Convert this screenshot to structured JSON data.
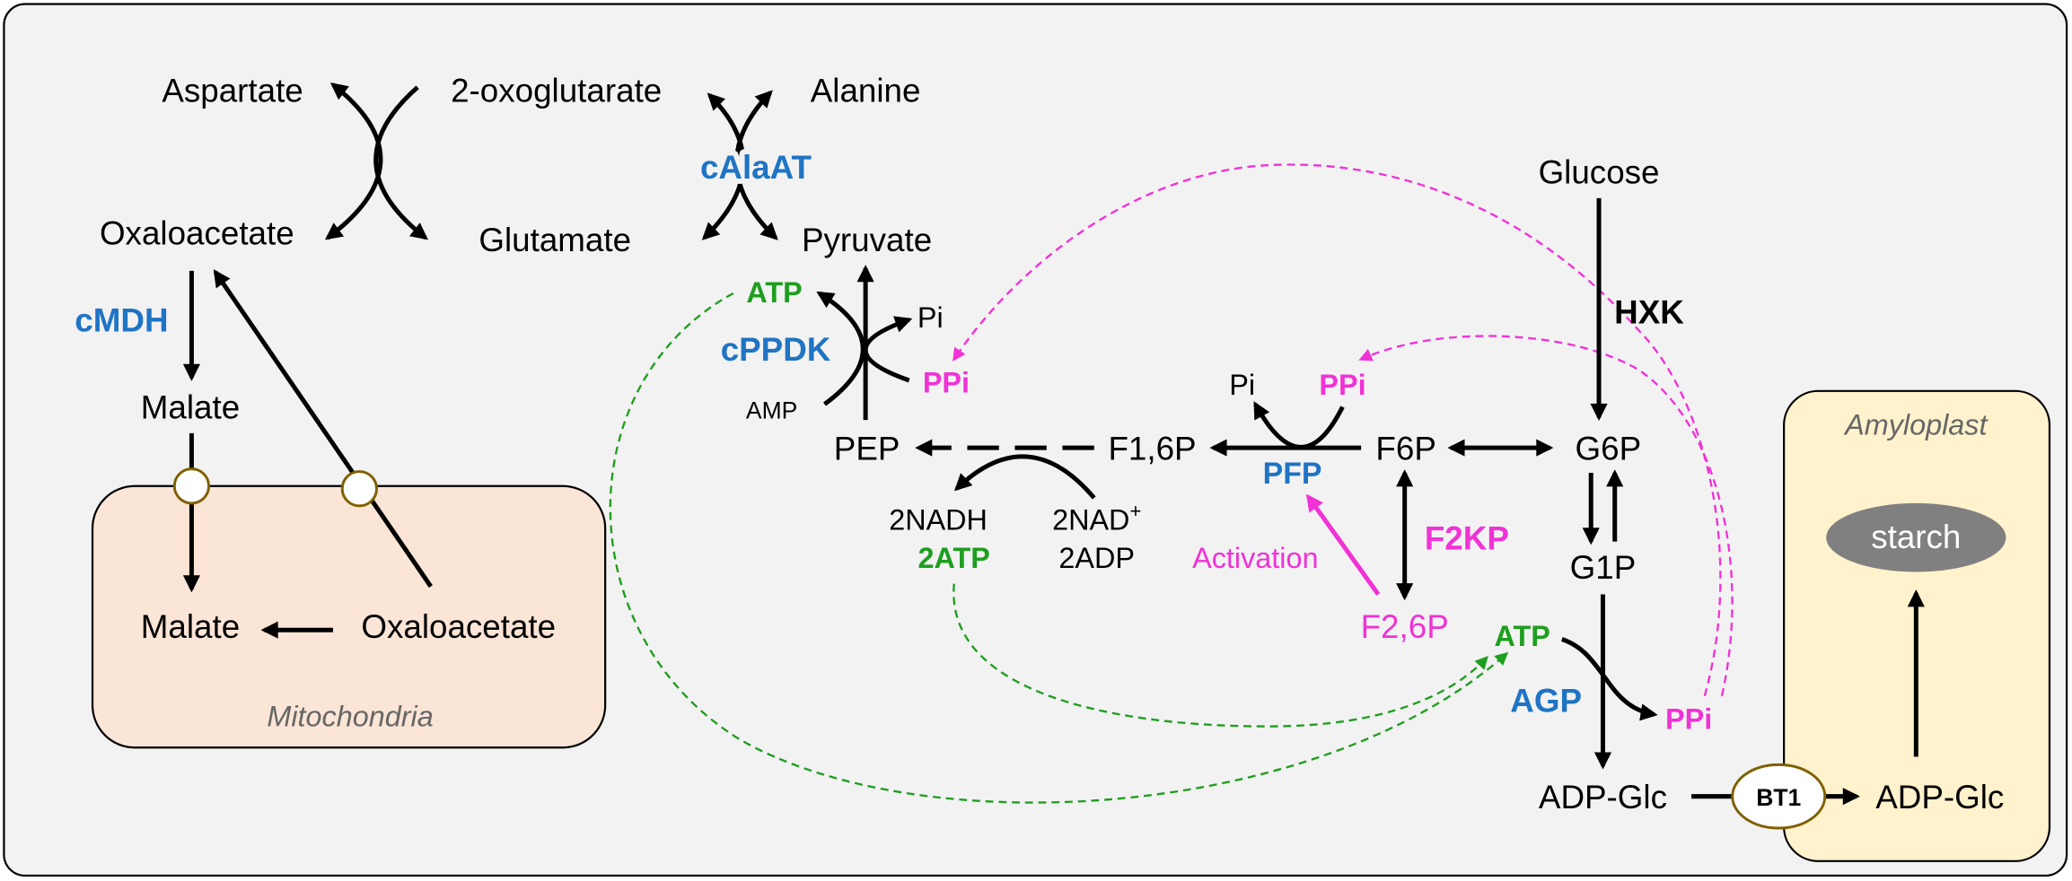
{
  "compartments": {
    "mitochondria": "Mitochondria",
    "amyloplast": "Amyloplast"
  },
  "metabolites": {
    "aspartate": "Aspartate",
    "oxoglutarate": "2-oxoglutarate",
    "alanine": "Alanine",
    "oxaloacetate": "Oxaloacetate",
    "glutamate": "Glutamate",
    "pyruvate": "Pyruvate",
    "malate": "Malate",
    "malate_mito": "Malate",
    "oxaloacetate_mito": "Oxaloacetate",
    "atp_ppdk": "ATP",
    "pi_ppdk": "Pi",
    "ppi_ppdk": "PPi",
    "amp": "AMP",
    "pep": "PEP",
    "f16p": "F1,6P",
    "pi_pfp": "Pi",
    "ppi_pfp": "PPi",
    "f6p": "F6P",
    "g6p": "G6P",
    "glucose": "Glucose",
    "nadh": "2NADH",
    "atp2": "2ATP",
    "nad": "2NAD",
    "nad_sup": "+",
    "adp": "2ADP",
    "f26p": "F2,6P",
    "g1p": "G1P",
    "atp_agp": "ATP",
    "ppi_agp": "PPi",
    "adpglc": "ADP-Glc",
    "adpglc_amylo": "ADP-Glc",
    "starch": "starch"
  },
  "enzymes": {
    "calaat": "cAlaAT",
    "cmdh": "cMDH",
    "cppdk": "cPPDK",
    "pfp": "PFP",
    "hxk": "HXK",
    "f2kp": "F2KP",
    "agp": "AGP"
  },
  "transporter": {
    "bt1": "BT1"
  },
  "annotations": {
    "activation": "Activation"
  },
  "colors": {
    "enzyme_blue": "#1f74c4",
    "regulator_magenta": "#f032d6",
    "atp_green": "#1e9e1e",
    "background": "#f2f2f2",
    "mitochondria_fill": "#fbe5d6",
    "amyloplast_fill": "#fff2cc",
    "starch_fill": "#808080",
    "transporter_stroke": "#7f6000"
  }
}
